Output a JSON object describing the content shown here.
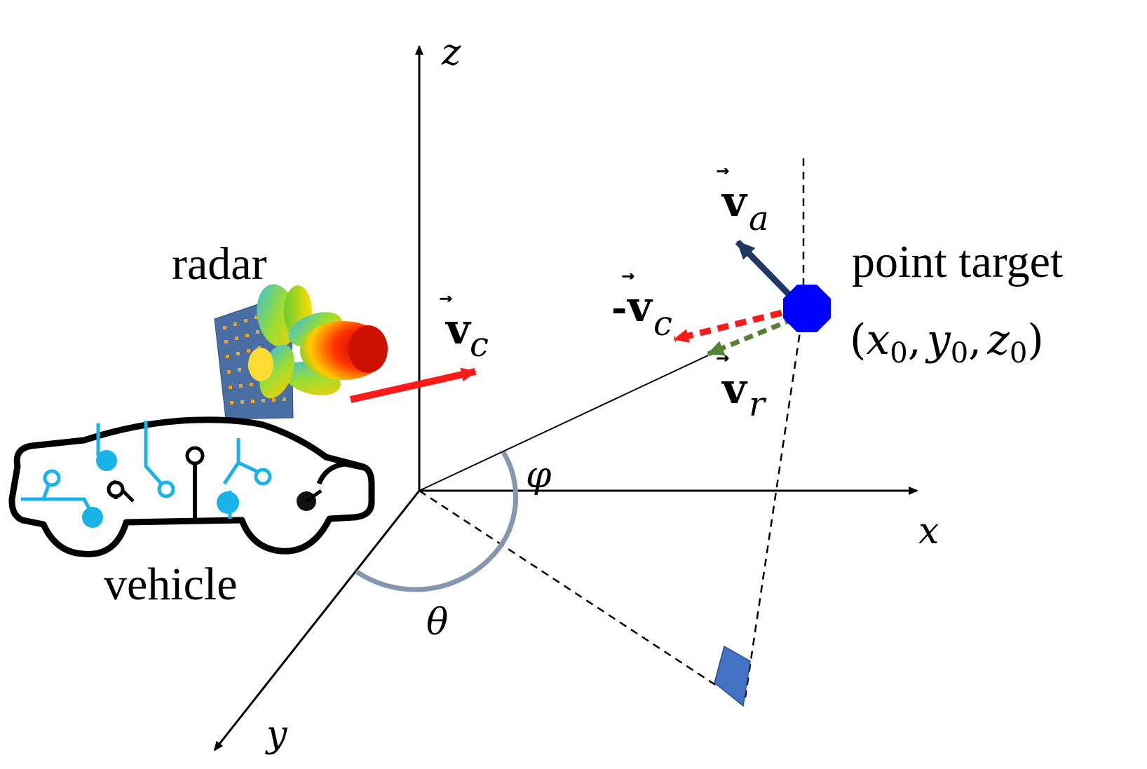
{
  "axes": {
    "x_label": "x",
    "y_label": "y",
    "z_label": "z"
  },
  "labels": {
    "radar": "radar",
    "vehicle": "vehicle",
    "point_target": "point target",
    "coords_open": "(",
    "x0": "x",
    "y0": "y",
    "z0": "z",
    "sub0": "0",
    "comma": ",",
    "coords_close": ")",
    "phi": "φ",
    "theta": "θ"
  },
  "vectors": {
    "v_symbol": "v",
    "v_arrow": "⃗",
    "vc_sub": "c",
    "va_sub": "a",
    "vr_sub": "r",
    "neg_sign": "-"
  },
  "colors": {
    "axis": "#000000",
    "vc_arrow": "#ff1a1a",
    "va_arrow": "#1f3864",
    "vr_arrow": "#548235",
    "target": "#0000ff",
    "angle_arc": "#8496b0",
    "right_angle_marker": "#4472c4",
    "circuit": "#1ab3e8"
  }
}
